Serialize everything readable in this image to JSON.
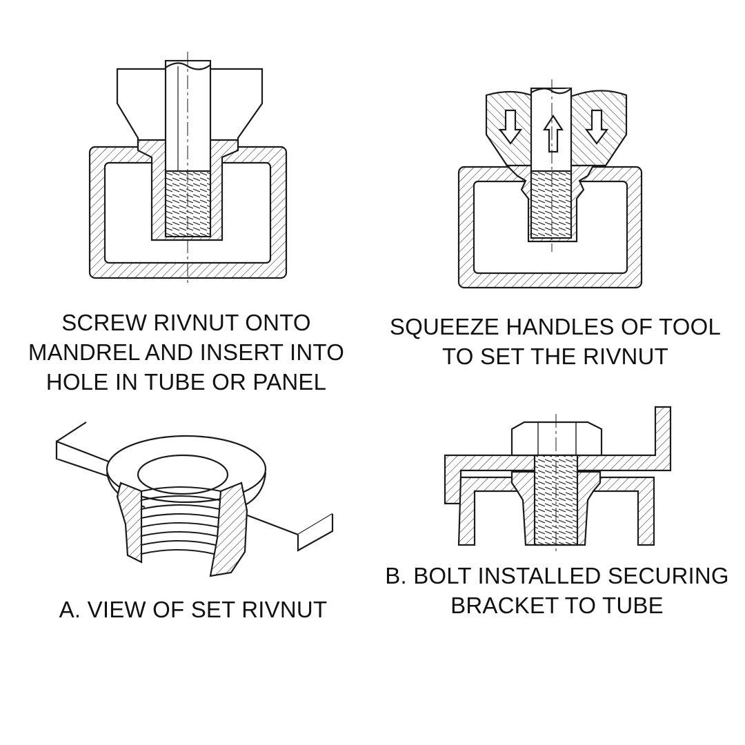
{
  "panels": {
    "top_left": {
      "lines": [
        "SCREW RIVNUT ONTO",
        "MANDREL AND INSERT INTO",
        "HOLE IN TUBE OR PANEL"
      ]
    },
    "top_right": {
      "lines": [
        "SQUEEZE HANDLES OF TOOL",
        "TO SET THE RIVNUT"
      ]
    },
    "bottom_left": {
      "lines": [
        "A. VIEW OF SET RIVNUT"
      ]
    },
    "bottom_right": {
      "lines": [
        "B. BOLT INSTALLED SECURING",
        "BRACKET TO TUBE"
      ]
    }
  },
  "colors": {
    "line": "#1a1a1a",
    "background": "#ffffff"
  }
}
